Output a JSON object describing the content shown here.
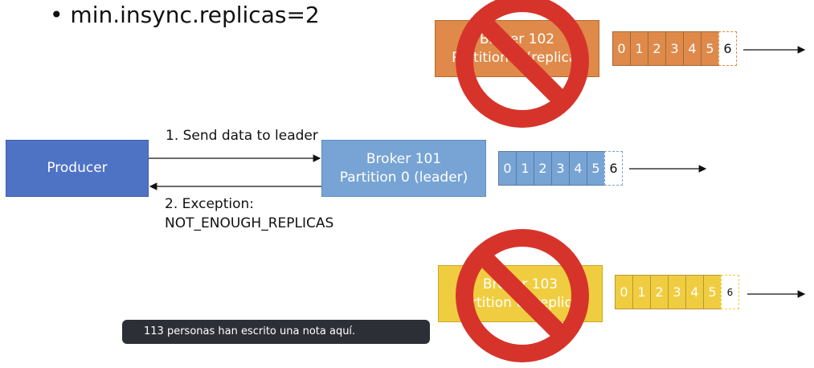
{
  "bullet": "• min.insync.replicas=2",
  "producer": {
    "label": "Producer"
  },
  "broker101": {
    "line1": "Broker 101",
    "line2": "Partition 0 (leader)"
  },
  "broker102": {
    "line1": "Broker 102",
    "line2": "Partition 0 (replica)"
  },
  "broker103": {
    "line1": "Broker 103",
    "line2": "Partition 0 (replica)"
  },
  "arrows": {
    "send": "1. Send data to leader",
    "exception_line1": "2. Exception:",
    "exception_line2": "NOT_ENOUGH_REPLICAS"
  },
  "offsets": [
    "0",
    "1",
    "2",
    "3",
    "4",
    "5"
  ],
  "pending_offset": "6",
  "toast": "113 personas han escrito una nota aquí.",
  "colors": {
    "producer": "#4f73c4",
    "leader": "#77a4d4",
    "replica_102": "#df8a4a",
    "replica_103": "#f0cd40",
    "prohibit": "#d6342b"
  },
  "icons": [
    "prohibited-icon",
    "prohibited-icon"
  ]
}
